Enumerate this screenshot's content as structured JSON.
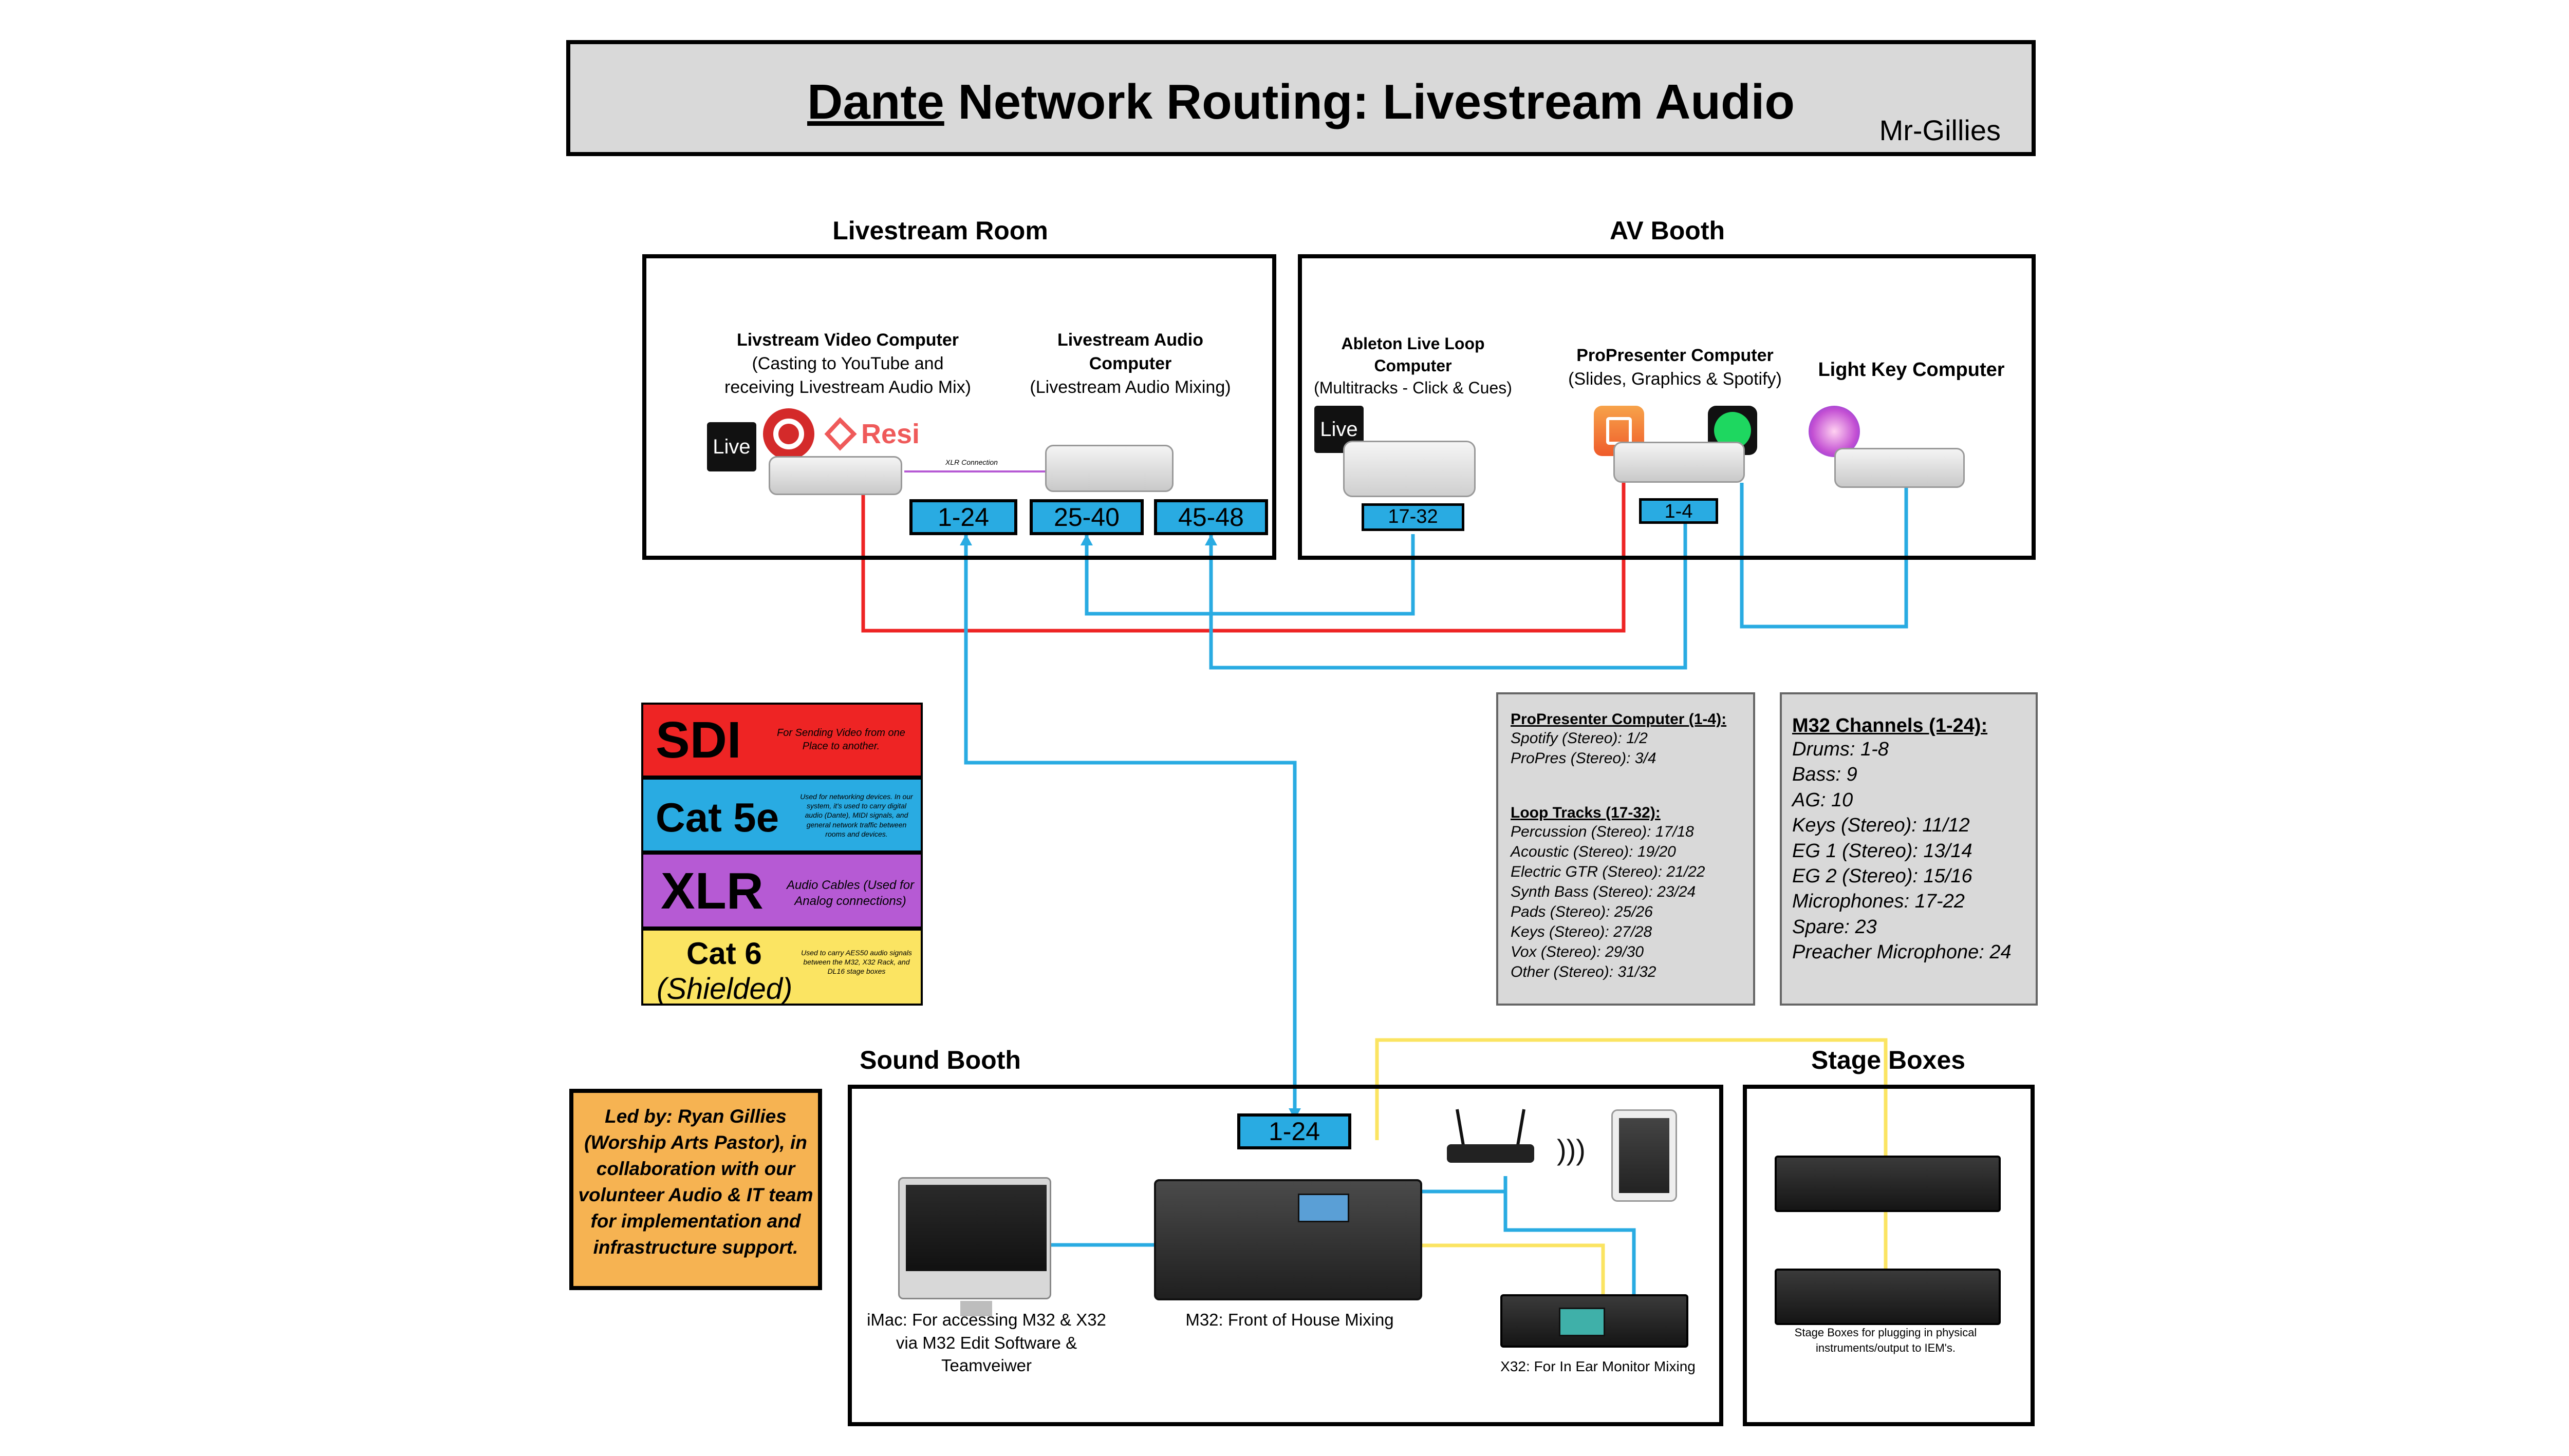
{
  "header": {
    "title_dante": "Dante",
    "title_rest": " Network Routing: Livestream Audio",
    "author": "Mr-Gillies"
  },
  "regions": {
    "livestream_room": "Livestream Room",
    "av_booth": "AV Booth",
    "sound_booth": "Sound Booth",
    "stage_boxes": "Stage Boxes"
  },
  "devices": {
    "video_computer": {
      "name": "Livstream Video Computer",
      "desc_line1": "(Casting to YouTube and",
      "desc_line2": "receiving Livestream Audio Mix)",
      "logo_live": "Live",
      "logo_resi": "Resi"
    },
    "audio_computer": {
      "name_line1": "Livestream Audio",
      "name_line2": "Computer",
      "desc": "(Livestream Audio Mixing)"
    },
    "xlr_connection_label": "XLR Connection",
    "ableton_computer": {
      "name_line1": "Ableton Live Loop",
      "name_line2": "Computer",
      "desc": "(Multitracks - Click & Cues)",
      "logo_live": "Live"
    },
    "propresenter_computer": {
      "name": "ProPresenter Computer",
      "desc": "(Slides, Graphics & Spotify)"
    },
    "lightkey_computer": {
      "name": "Light Key Computer"
    }
  },
  "ports": {
    "p1_24": "1-24",
    "p25_40": "25-40",
    "p45_48": "45-48",
    "p17_32": "17-32",
    "p1_4": "1-4",
    "m32_1_24": "1-24"
  },
  "legend": [
    {
      "name": "SDI",
      "note": "For Sending Video from one Place to another.",
      "color": "#ee2424"
    },
    {
      "name": "Cat 5e",
      "note": "Used for networking devices. In our system, it's used to carry digital audio (Dante), MIDI signals, and general network traffic between rooms and devices.",
      "color": "#29abe2"
    },
    {
      "name": "XLR",
      "note": "Audio Cables (Used for Analog connections)",
      "color": "#b65ad4"
    },
    {
      "name": "Cat 6",
      "name_sub": "(Shielded)",
      "note": "Used to carry AES50 audio signals between the M32, X32 Rack, and DL16 stage boxes",
      "color": "#fbe462"
    }
  ],
  "propresenter_info": {
    "heading": "ProPresenter Computer (1-4):",
    "lines": [
      "Spotify (Stereo): 1/2",
      "ProPres (Stereo): 3/4"
    ],
    "loop_heading": "Loop Tracks (17-32):",
    "loop_lines": [
      "Percussion (Stereo): 17/18",
      "Acoustic (Stereo): 19/20",
      "Electric GTR (Stereo): 21/22",
      "Synth Bass (Stereo): 23/24",
      "Pads (Stereo): 25/26",
      "Keys (Stereo): 27/28",
      "Vox (Stereo): 29/30",
      "Other (Stereo): 31/32"
    ]
  },
  "m32_info": {
    "heading": "M32 Channels (1-24):",
    "lines": [
      "Drums: 1-8",
      "Bass: 9",
      "AG: 10",
      "Keys (Stereo): 11/12",
      "EG 1  (Stereo): 13/14",
      "EG 2 (Stereo): 15/16",
      "Microphones: 17-22",
      "Spare: 23",
      "Preacher Microphone: 24"
    ]
  },
  "credits": "Led by: Ryan Gillies (Worship Arts Pastor), in collaboration with our volunteer Audio & IT team for implementation and infrastructure support.",
  "sound_booth": {
    "imac_caption_line1": "iMac: For accessing M32 & X32",
    "imac_caption_line2": "via M32 Edit Software &",
    "imac_caption_line3": "Teamveiwer",
    "m32_caption": "M32: Front of House Mixing",
    "x32_caption": "X32: For In Ear Monitor Mixing",
    "stage_caption": "Stage Boxes for plugging in physical instruments/output to IEM's."
  },
  "colors": {
    "sdi": "#ee2424",
    "cat5e": "#29abe2",
    "xlr": "#b65ad4",
    "cat6": "#fbe462",
    "title_bg": "#d9d9d9",
    "credits_bg": "#f6b352"
  }
}
